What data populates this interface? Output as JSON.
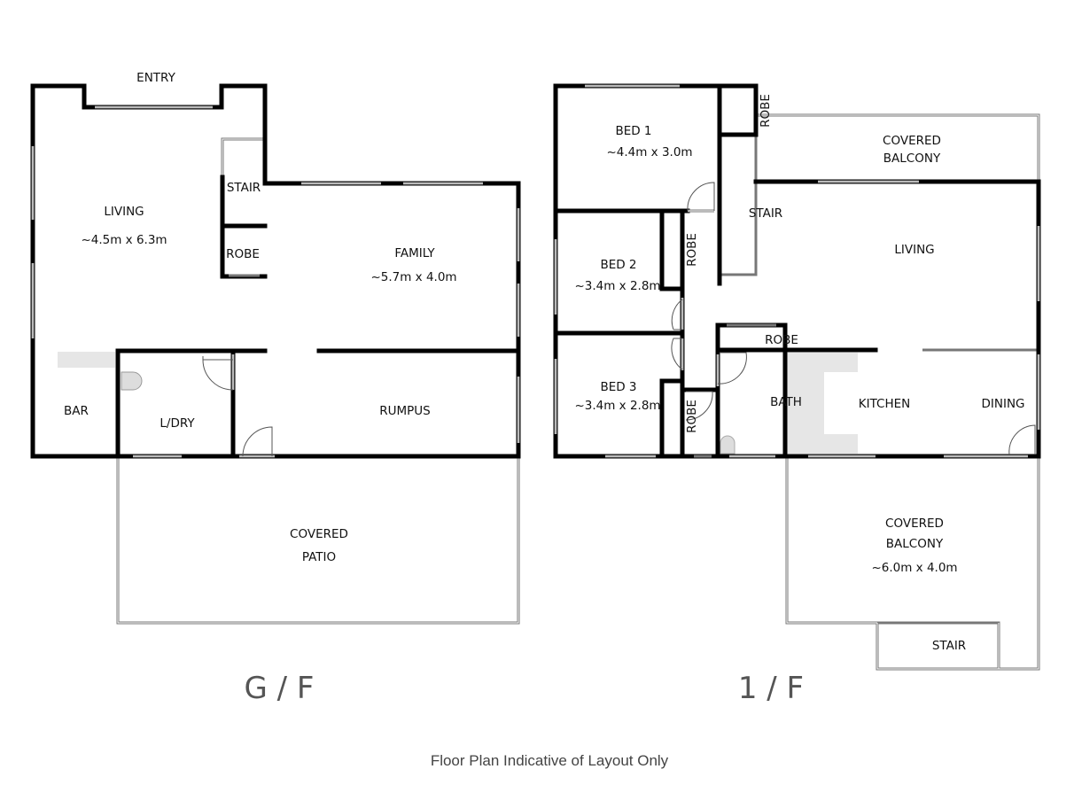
{
  "ground_floor": {
    "title": "G / F",
    "rooms": {
      "entry": "ENTRY",
      "living": "LIVING",
      "living_size": "~4.5m x 6.3m",
      "stair": "STAIR",
      "robe": "ROBE",
      "family": "FAMILY",
      "family_size": "~5.7m x 4.0m",
      "bar": "BAR",
      "laundry": "L/DRY",
      "rumpus": "RUMPUS",
      "patio_line1": "COVERED",
      "patio_line2": "PATIO"
    }
  },
  "first_floor": {
    "title": "1 / F",
    "rooms": {
      "bed1": "BED 1",
      "bed1_size": "~4.4m x 3.0m",
      "bed1_robe": "ROBE",
      "balcony_top_line1": "COVERED",
      "balcony_top_line2": "BALCONY",
      "stair": "STAIR",
      "living": "LIVING",
      "bed2": "BED 2",
      "bed2_size": "~3.4m x 2.8m",
      "bed2_robe": "ROBE",
      "hall_robe": "ROBE",
      "bed3": "BED 3",
      "bed3_size": "~3.4m x 2.8m",
      "bed3_robe": "ROBE",
      "bath": "BATH",
      "kitchen": "KITCHEN",
      "dining": "DINING",
      "balcony_line1": "COVERED",
      "balcony_line2": "BALCONY",
      "balcony_size": "~6.0m x 4.0m",
      "balcony_stair": "STAIR"
    }
  },
  "footer": "Floor Plan Indicative of Layout Only"
}
